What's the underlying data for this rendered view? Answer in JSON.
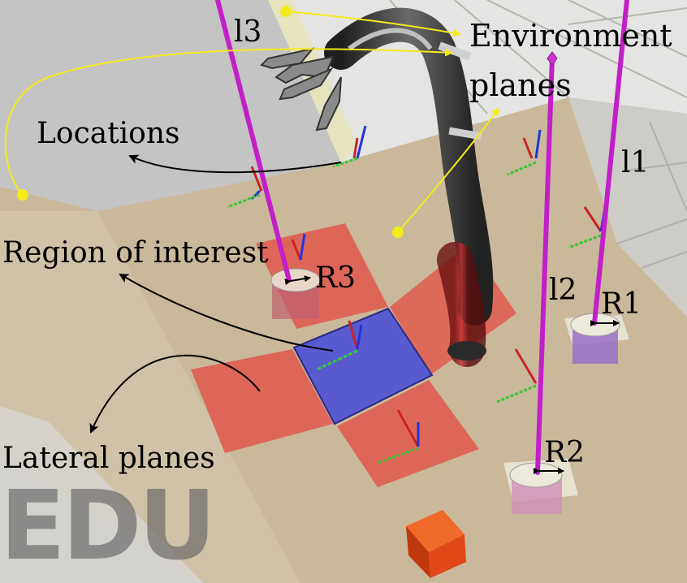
{
  "labels": {
    "environment_line1": "Environment",
    "environment_line2": "planes",
    "locations": "Locations",
    "region_of_interest": "Region of interest",
    "lateral_planes": "Lateral planes",
    "line_l1": "l1",
    "line_l2": "l2",
    "line_l3": "l3",
    "radius_r1": "R1",
    "radius_r2": "R2",
    "radius_r3": "R3"
  },
  "watermark": "EDU",
  "colors": {
    "floor": "#c9b99a",
    "region_of_interest": "#5a5ad0",
    "lateral_plane": "#e05a50",
    "location_line": "#c21fc8",
    "annotation_yellow": "#f4ea1c",
    "cube": "#e04818"
  }
}
